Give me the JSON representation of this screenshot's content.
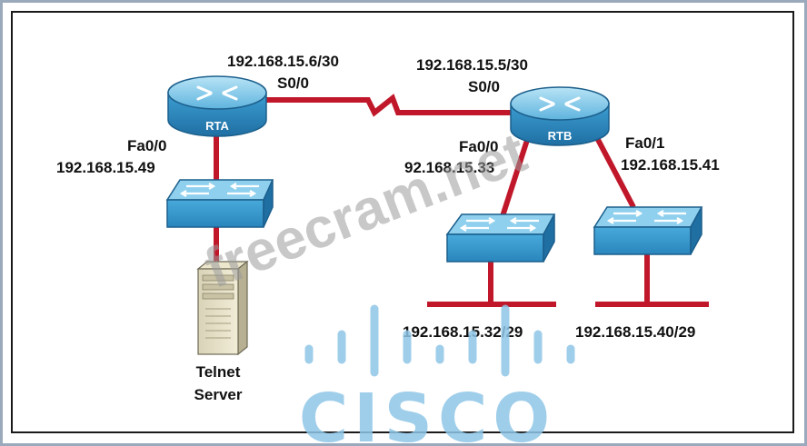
{
  "routers": {
    "rta": {
      "name": "RTA"
    },
    "rtb": {
      "name": "RTB"
    }
  },
  "labels": {
    "rta_s00_ip": "192.168.15.6/30",
    "rta_s00_if": "S0/0",
    "rtb_s00_ip": "192.168.15.5/30",
    "rtb_s00_if": "S0/0",
    "rta_fa00_if": "Fa0/0",
    "rta_fa00_ip": "192.168.15.49",
    "rtb_fa00_if": "Fa0/0",
    "rtb_fa00_ip": "92.168.15.33",
    "rtb_fa01_if": "Fa0/1",
    "rtb_fa01_ip": "192.168.15.41",
    "lan1": "192.168.15.32/29",
    "lan2": "192.168.15.40/29",
    "server_line1": "Telnet",
    "server_line2": "Server"
  },
  "watermark": "freecram.net",
  "logo": {
    "text": "CISCO"
  },
  "colors": {
    "link": "#c0182a",
    "device_blue": "#2e8fc4",
    "device_light": "#8fd0ee",
    "frame": "#9aa9bb"
  }
}
